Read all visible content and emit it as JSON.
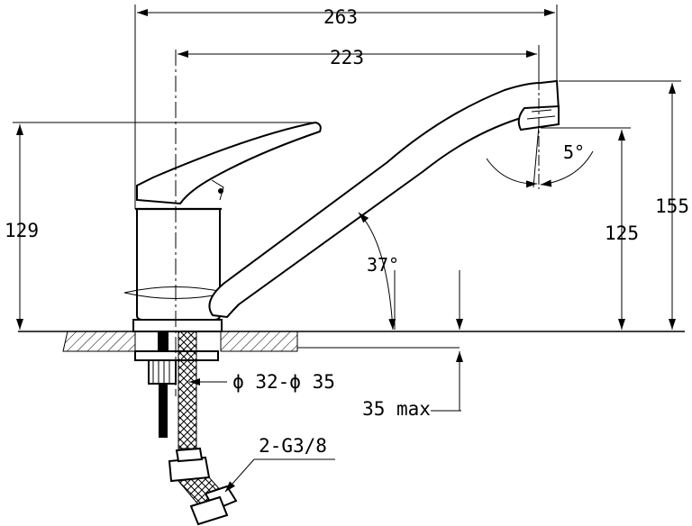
{
  "drawing": {
    "dimensions": {
      "overall_length": "263",
      "spout_reach": "223",
      "total_height": "155",
      "spout_height": "125",
      "body_height": "129",
      "spout_angle": "37°",
      "aerator_angle": "5°",
      "hole_diameter": "ϕ 32-ϕ 35",
      "max_thickness": "35 max",
      "connection": "2-G3/8"
    }
  }
}
